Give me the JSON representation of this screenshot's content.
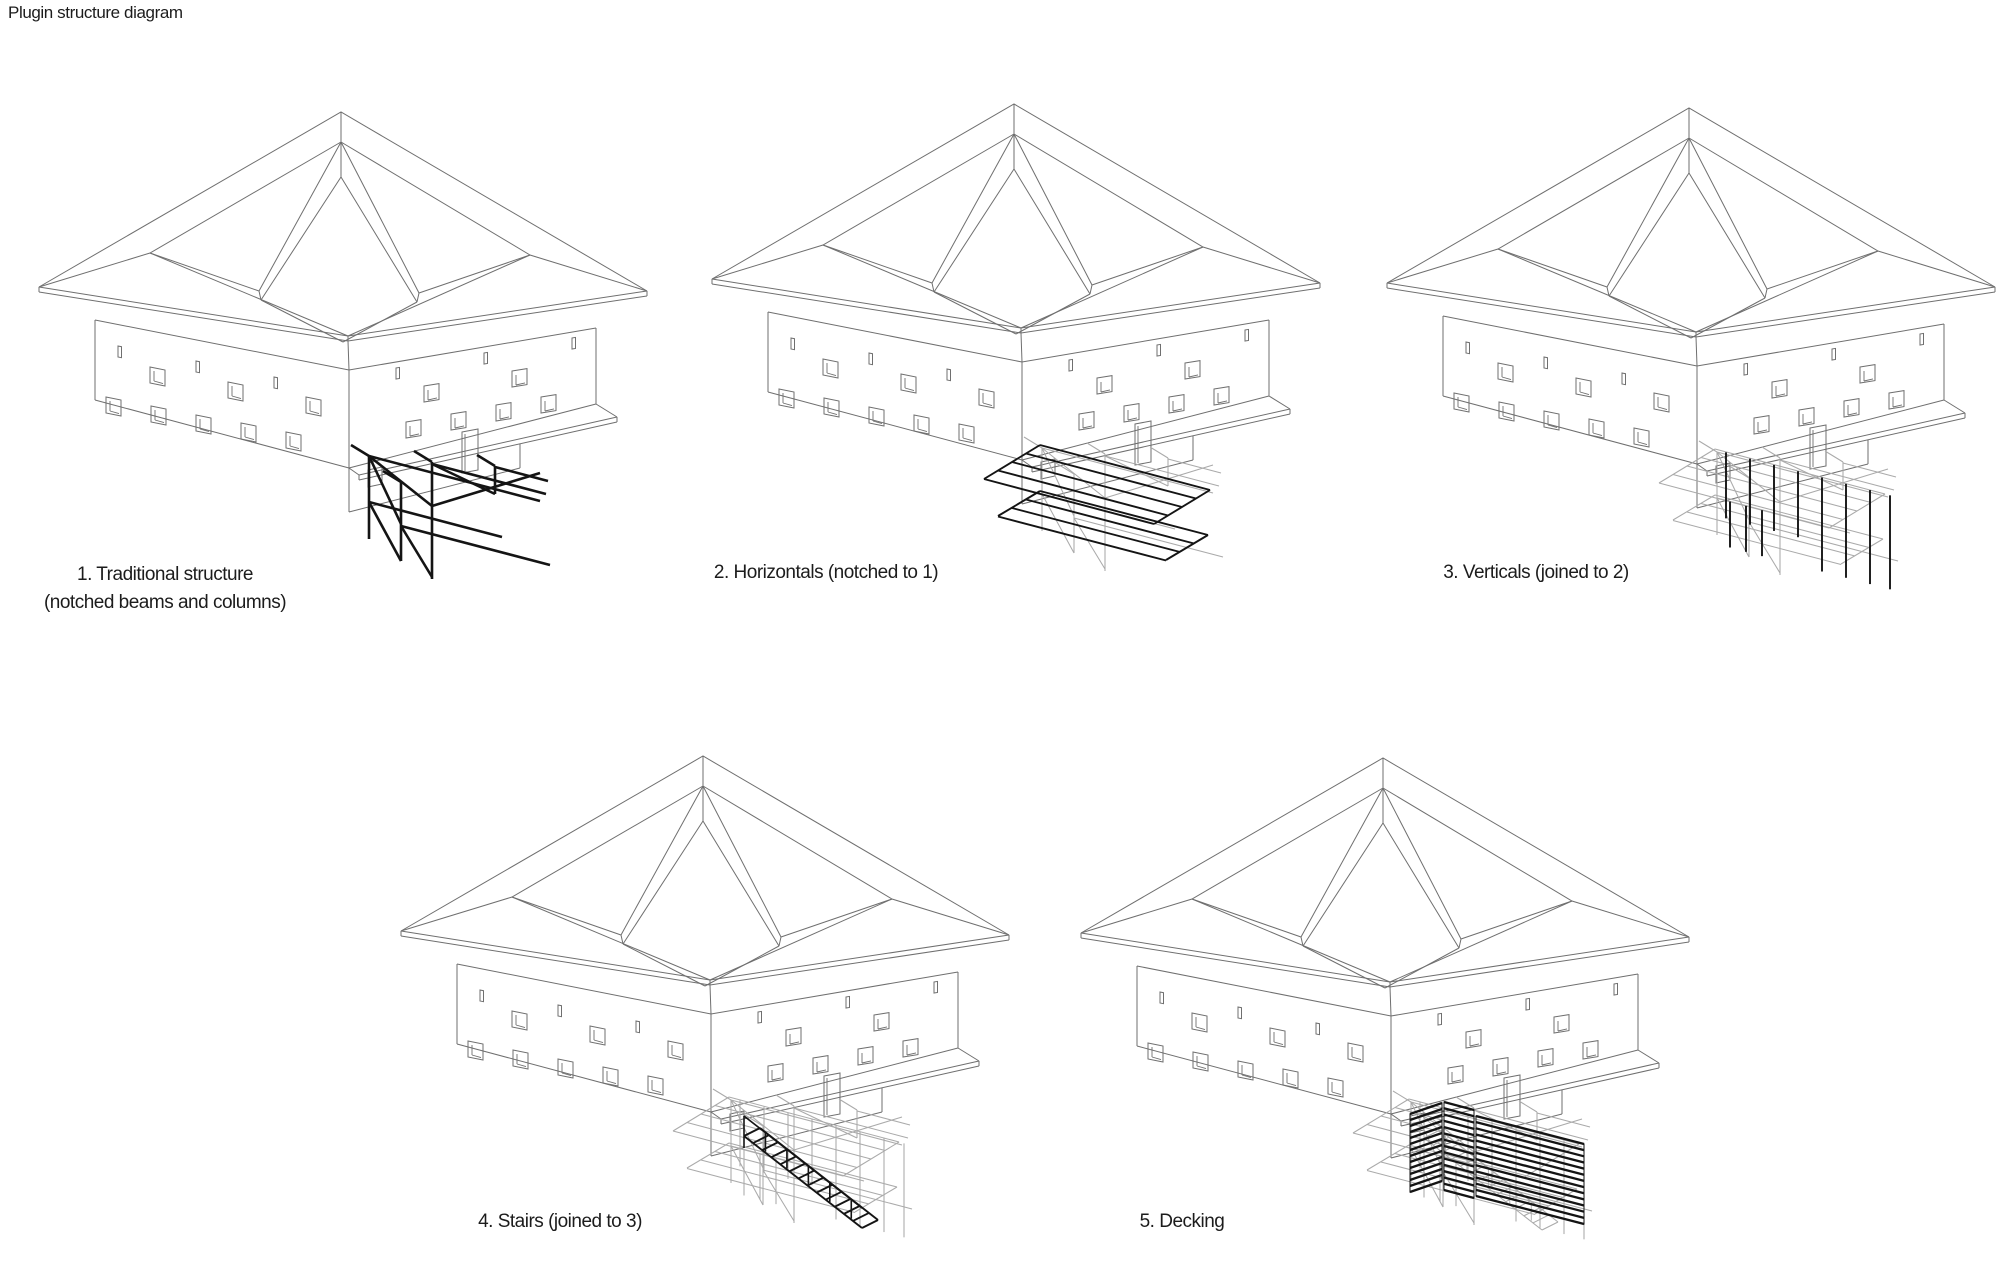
{
  "title": "Plugin structure diagram",
  "panels": [
    {
      "caption": "1. Traditional structure\n(notched beams and columns)",
      "stage": 1
    },
    {
      "caption": "2. Horizontals (notched to 1)",
      "stage": 2
    },
    {
      "caption": "3. Verticals (joined to 2)",
      "stage": 3
    },
    {
      "caption": "4. Stairs (joined to 3)",
      "stage": 4
    },
    {
      "caption": "5. Decking",
      "stage": 5
    }
  ],
  "colors": {
    "background": "#ffffff",
    "building_line": "#6f6f6f",
    "highlight": "#141414",
    "faded_structure": "#aaaaaa",
    "text": "#1c1c1c"
  }
}
